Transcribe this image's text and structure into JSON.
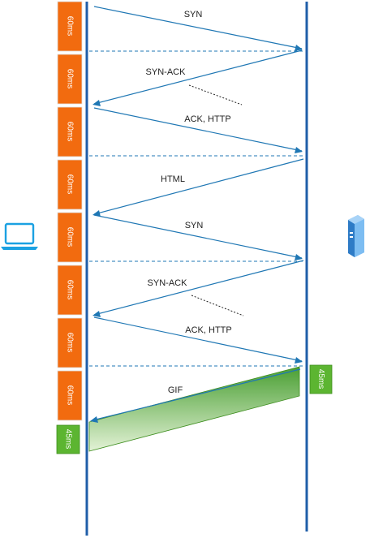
{
  "colors": {
    "timeline": "#1f5ea8",
    "arrow": "#1f77b4",
    "rtt_box": "#f26b0f",
    "rtt_border": "#e0e0e0",
    "transfer_box": "#5cb531",
    "transfer_border": "#3e8e1f",
    "transfer_fill_from": "#4a9f33",
    "transfer_fill_to": "#e3f2d6",
    "dotted": "#222222",
    "laptop_icon": "#1ba1e2",
    "server_icon": "#3a8fd8"
  },
  "icons": {
    "client": "laptop-icon",
    "server": "server-icon"
  },
  "durations": {
    "rtt": [
      "60ms",
      "60ms",
      "60ms",
      "60ms",
      "60ms",
      "60ms",
      "60ms",
      "60ms"
    ],
    "client_transfer": "45ms",
    "server_transfer": "45ms"
  },
  "messages": [
    {
      "label": "SYN",
      "direction": "client-to-server"
    },
    {
      "label": "SYN-ACK",
      "direction": "server-to-client"
    },
    {
      "label": "ACK, HTTP",
      "direction": "client-to-server"
    },
    {
      "label": "HTML",
      "direction": "server-to-client"
    },
    {
      "label": "SYN",
      "direction": "client-to-server"
    },
    {
      "label": "SYN-ACK",
      "direction": "server-to-client"
    },
    {
      "label": "ACK, HTTP",
      "direction": "client-to-server"
    },
    {
      "label": "GIF",
      "direction": "server-to-client"
    }
  ]
}
